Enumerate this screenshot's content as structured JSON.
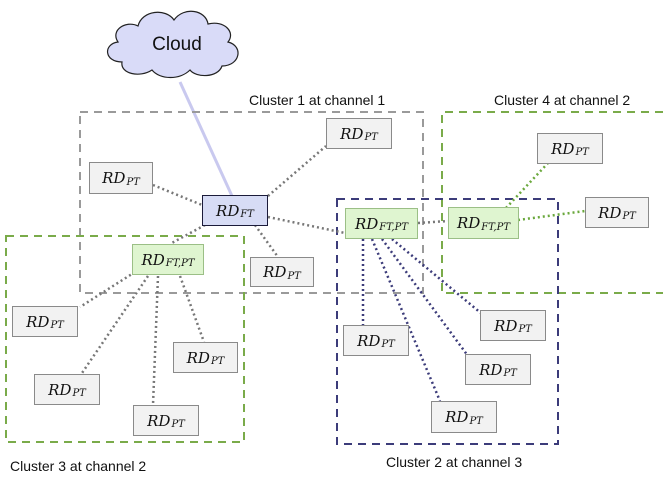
{
  "cloud": {
    "label": "Cloud"
  },
  "clusters": [
    {
      "label": "Cluster 1 at channel 1",
      "color": "#9a9a9a"
    },
    {
      "label": "Cluster 4 at channel 2",
      "color": "#7aab4a"
    },
    {
      "label": "Cluster 3 at channel 2",
      "color": "#7aab4a"
    },
    {
      "label": "Cluster 2 at channel 3",
      "color": "#3c3c7a"
    }
  ],
  "nodes": {
    "ft": {
      "main": "RD",
      "sub": "FT"
    },
    "ftpt": {
      "main": "RD",
      "sub": "FT,PT"
    },
    "pt": {
      "main": "RD",
      "sub": "PT"
    }
  },
  "colors": {
    "pt_fill": "#f2f2f2",
    "ftpt_fill": "#dff5d0",
    "ft_fill": "#d7dcf5",
    "cloud_fill": "#d9dbf8",
    "cloud_link": "#c9c9ef"
  }
}
